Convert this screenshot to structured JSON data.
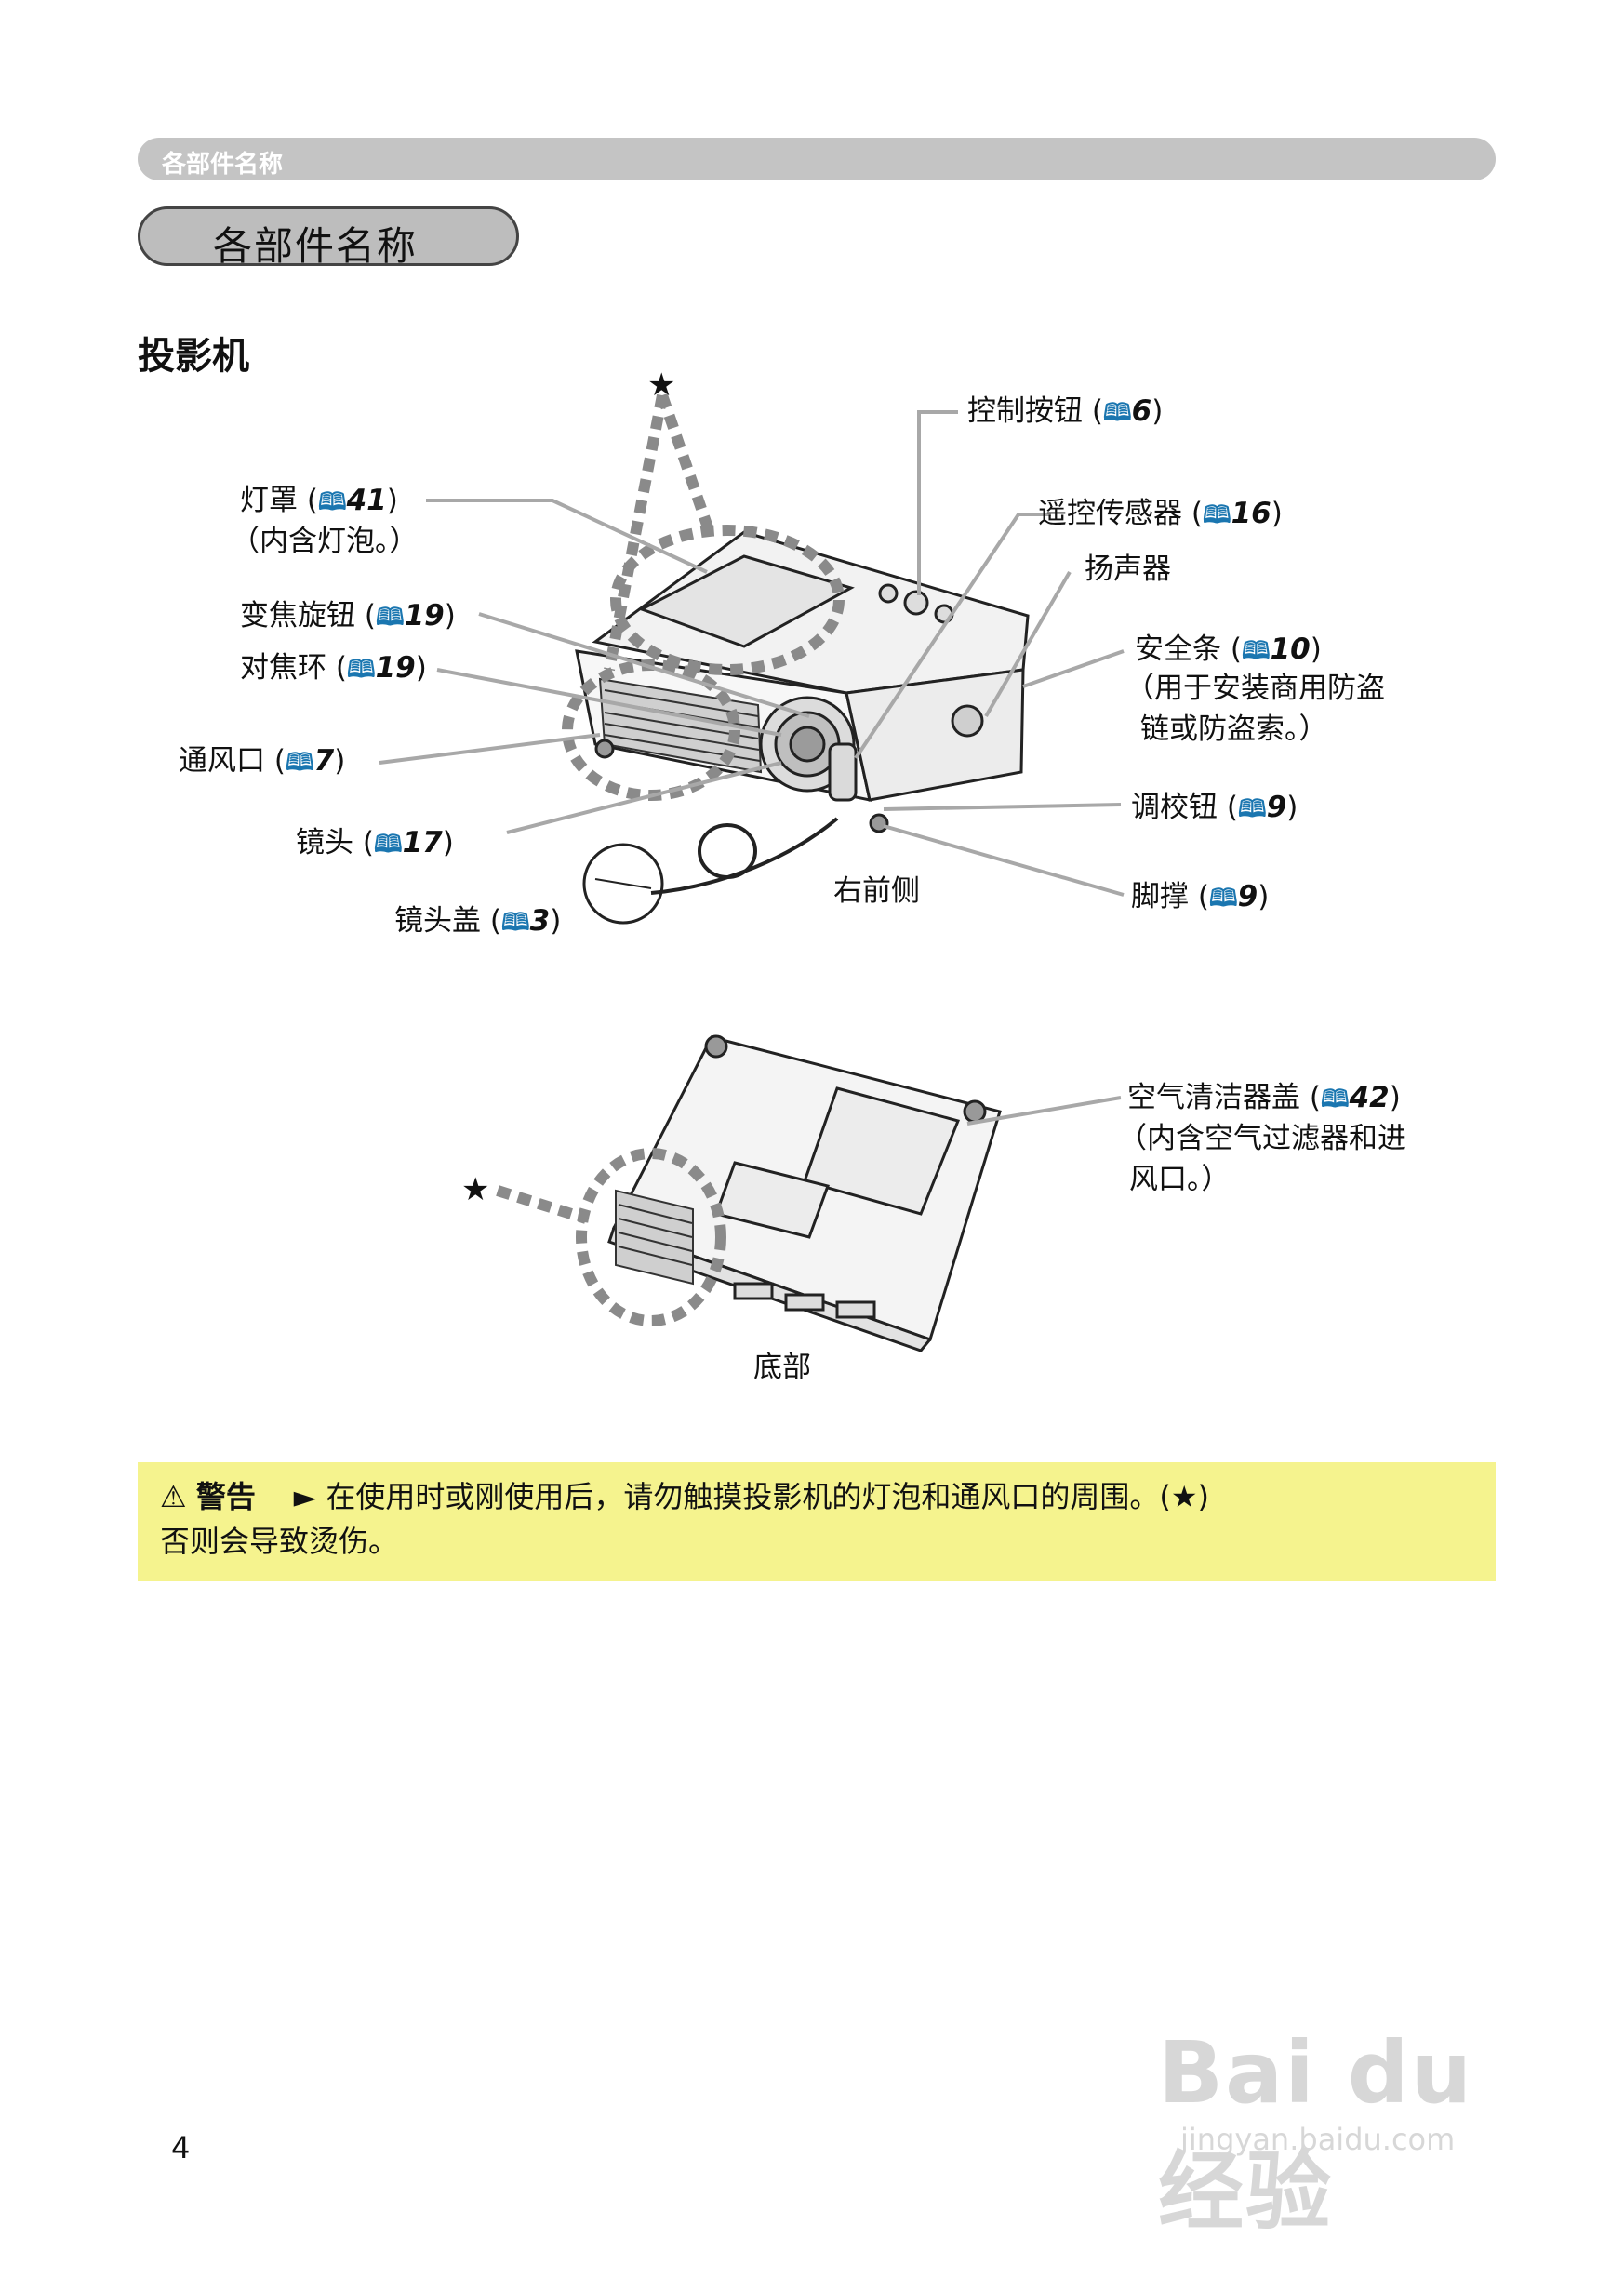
{
  "header": {
    "running_title": "各部件名称"
  },
  "section": {
    "title": "各部件名称"
  },
  "subheading": "投影机",
  "labels": {
    "lamp_cover": {
      "name": "灯罩 (",
      "ref": "41",
      "close": ")",
      "note": "（内含灯泡。）"
    },
    "zoom_knob": {
      "name": "变焦旋钮 (",
      "ref": "19",
      "close": ")"
    },
    "focus_ring": {
      "name": "对焦环 (",
      "ref": "19",
      "close": ")"
    },
    "vent": {
      "name": "通风口 (",
      "ref": "7",
      "close": ")"
    },
    "lens": {
      "name": "镜头 (",
      "ref": "17",
      "close": ")"
    },
    "lens_cap": {
      "name": "镜头盖 (",
      "ref": "3",
      "close": ")"
    },
    "control_buttons": {
      "name": "控制按钮 (",
      "ref": "6",
      "close": ")"
    },
    "remote_sensor": {
      "name": "遥控传感器 (",
      "ref": "16",
      "close": ")"
    },
    "speaker": {
      "name": "扬声器"
    },
    "security_bar": {
      "name": "安全条 (",
      "ref": "10",
      "close": ")",
      "note1": "（用于安装商用防盗",
      "note2": "链或防盗索。）"
    },
    "adjust_button": {
      "name": "调校钮 (",
      "ref": "9",
      "close": ")"
    },
    "foot": {
      "name": "脚撑 (",
      "ref": "9",
      "close": ")"
    },
    "air_filter_cover": {
      "name": "空气清洁器盖 (",
      "ref": "42",
      "close": ")",
      "note1": "（内含空气过滤器和进",
      "note2": "风口。）"
    }
  },
  "captions": {
    "front_right": "右前侧",
    "bottom": "底部"
  },
  "warning": {
    "icon": "⚠",
    "word": "警告",
    "arrow": "►",
    "line1": "在使用时或刚使用后，请勿触摸投影机的灯泡和通风口的周围。(★)",
    "line2": "否则会导致烫伤。"
  },
  "icons": {
    "book": "🕮",
    "star": "★"
  },
  "page_number": "4",
  "watermark": {
    "main": "Bai du 经验",
    "url": "jingyan.baidu.com"
  },
  "colors": {
    "warning_bg": "#f5f38e",
    "header_bg": "#c4c4c4",
    "book_icon": "#1a76b0",
    "dashed_outline": "#8a8a8a"
  }
}
